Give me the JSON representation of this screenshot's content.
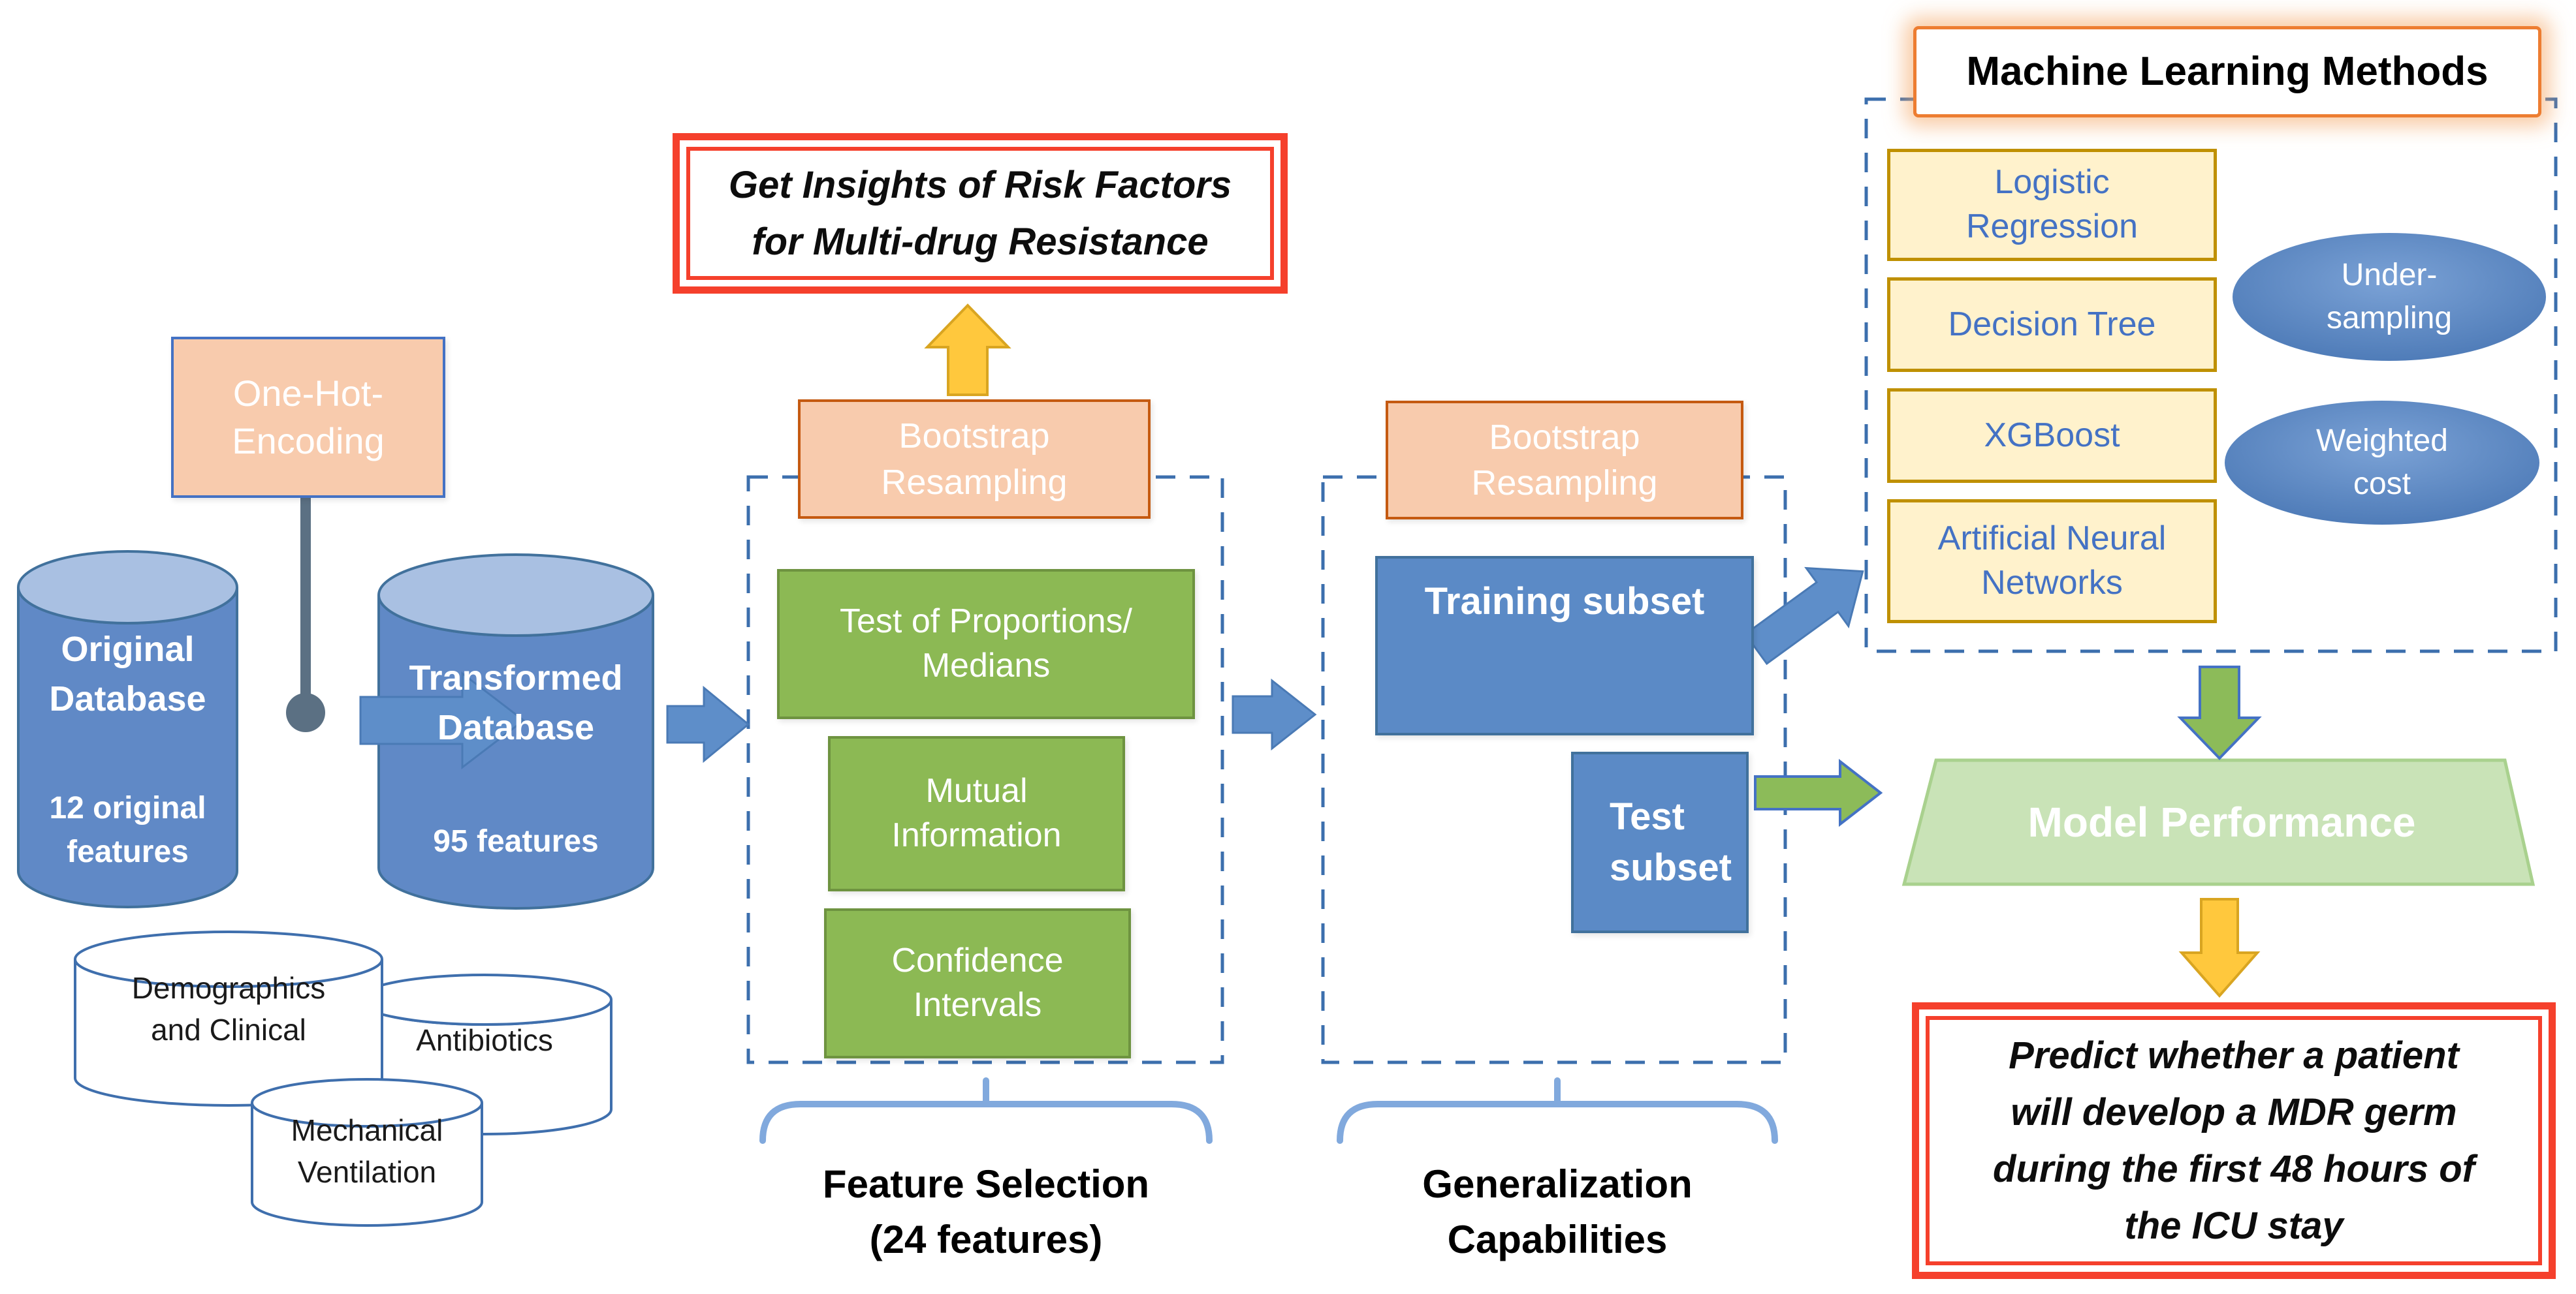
{
  "colors": {
    "accent_blue": "#5b8ac6",
    "accent_blue_dark": "#41719c",
    "cylinder_top_blue": "#a9c0e2",
    "peach": "#f8cbad",
    "orange_border": "#c55a11",
    "onehot_border": "#4472c4",
    "green": "#8cb954",
    "green_dark": "#6e9340",
    "cream": "#fff2cc",
    "gold_border": "#bf9000",
    "cream_text_blue": "#4472c4",
    "trapezoid_green": "#c9e3b7",
    "red_border": "#f5402c",
    "yellow_arrow": "#ffc83d",
    "dashed_border_blue": "#3c6fad",
    "brace_blue": "#81a9dd"
  },
  "pipeline": {
    "one_hot": {
      "lines": [
        "One-Hot-",
        "Encoding"
      ]
    },
    "original_db": {
      "name": [
        "Original",
        "Database"
      ],
      "detail": [
        "12 original",
        "features"
      ]
    },
    "transformed_db": {
      "name": [
        "Transformed",
        "Database"
      ],
      "detail": [
        "95 features"
      ]
    },
    "sources": {
      "demographics": [
        "Demographics",
        "and Clinical"
      ],
      "antibiotics": [
        "Antibiotics"
      ],
      "mechanical": [
        "Mechanical",
        "Ventilation"
      ]
    }
  },
  "insights_box": [
    "Get Insights of Risk Factors",
    "for Multi-drug Resistance"
  ],
  "feature_selection": {
    "bootstrap": [
      "Bootstrap",
      "Resampling"
    ],
    "tests": {
      "proportions": [
        "Test of Proportions/",
        "Medians"
      ],
      "mutual": [
        "Mutual",
        "Information"
      ],
      "confidence": [
        "Confidence",
        "Intervals"
      ]
    },
    "label": [
      "Feature Selection",
      "(24 features)"
    ]
  },
  "generalization": {
    "bootstrap": [
      "Bootstrap",
      "Resampling"
    ],
    "training_subset": "Training subset",
    "test_subset": [
      "Test",
      "subset"
    ],
    "label": [
      "Generalization",
      "Capabilities"
    ]
  },
  "ml": {
    "title": "Machine Learning Methods",
    "models": {
      "logistic": [
        "Logistic",
        "Regression"
      ],
      "tree": [
        "Decision Tree"
      ],
      "xgboost": [
        "XGBoost"
      ],
      "ann": [
        "Artificial Neural",
        "Networks"
      ]
    },
    "imbalance": {
      "undersampling": [
        "Under-",
        "sampling"
      ],
      "weighted": [
        "Weighted",
        "cost"
      ]
    }
  },
  "performance": {
    "label": "Model Performance"
  },
  "prediction": [
    "Predict whether a patient",
    "will develop a MDR germ",
    "during the first 48 hours of",
    "the ICU stay"
  ]
}
